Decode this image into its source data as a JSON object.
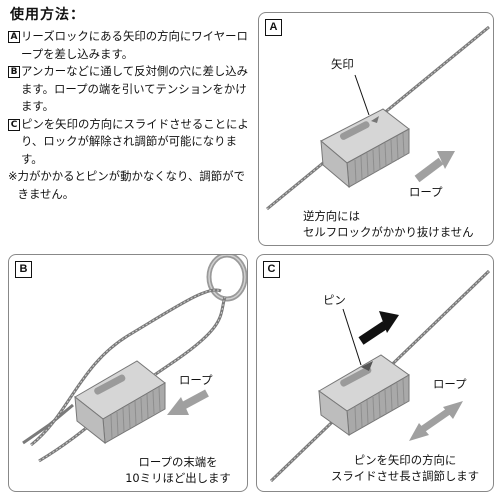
{
  "instructions": {
    "title": "使用方法：",
    "steps": [
      {
        "letter": "A",
        "text": "リーズロックにある矢印の方向にワイヤーロープを差し込みます。"
      },
      {
        "letter": "B",
        "text": "アンカーなどに通して反対側の穴に差し込みます。ロープの端を引いてテンションをかけます。"
      },
      {
        "letter": "C",
        "text": "ピンを矢印の方向にスライドさせることにより、ロックが解除され調節が可能になります。"
      }
    ],
    "note_mark": "※",
    "note": "力がかかるとピンが動かなくなり、調節ができません。"
  },
  "panels": {
    "a": {
      "letter": "A",
      "label_arrow_mark": "矢印",
      "label_rope": "ロープ",
      "caption_line1": "逆方向には",
      "caption_line2": "セルフロックがかかり抜けません"
    },
    "b": {
      "letter": "B",
      "label_rope": "ロープ",
      "caption_line1": "ロープの末端を",
      "caption_line2": "10ミリほど出します"
    },
    "c": {
      "letter": "C",
      "label_pin": "ピン",
      "label_rope": "ロープ",
      "caption_line1": "ピンを矢印の方向に",
      "caption_line2": "スライドさせ長さ調節します"
    }
  },
  "colors": {
    "wire": "#8a8a8a",
    "lock_top": "#d4d4d4",
    "lock_side": "#a8a8a8",
    "arrow_gray": "#a0a0a0",
    "arrow_black": "#111111"
  }
}
